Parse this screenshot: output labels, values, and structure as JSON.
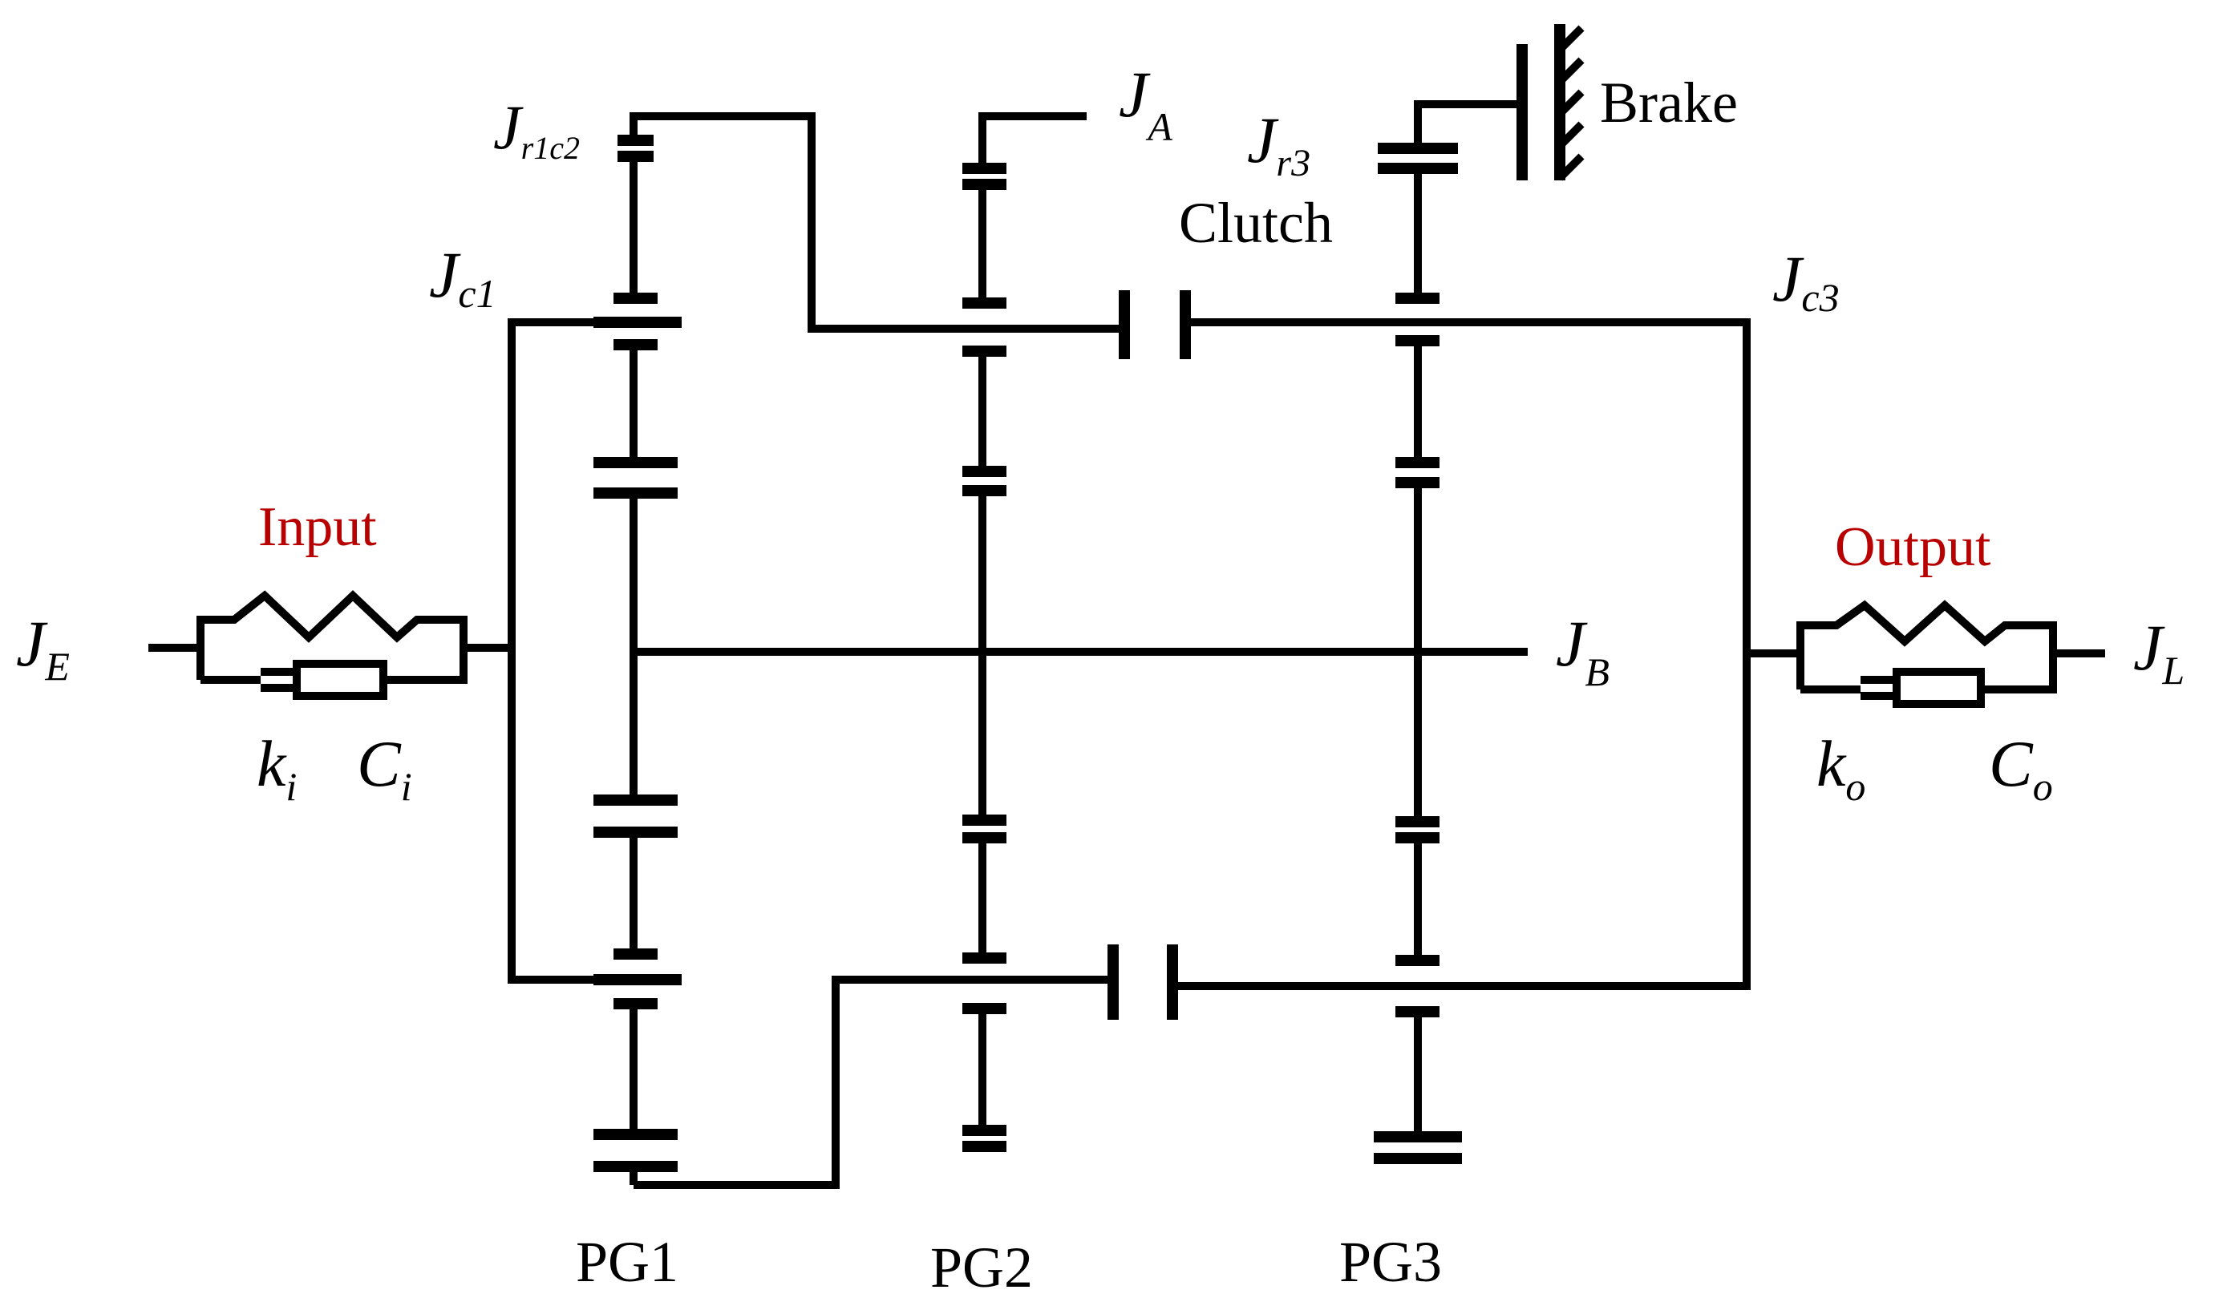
{
  "labels": {
    "j_e": {
      "base": "J",
      "sub": "E"
    },
    "j_l": {
      "base": "J",
      "sub": "L"
    },
    "j_b": {
      "base": "J",
      "sub": "B"
    },
    "j_a": {
      "base": "J",
      "sub": "A"
    },
    "j_c1": {
      "base": "J",
      "sub": "c1"
    },
    "j_c3": {
      "base": "J",
      "sub": "c3"
    },
    "j_r1c2": {
      "base": "J",
      "sub": "r1c2"
    },
    "j_r3": {
      "base": "J",
      "sub": "r3"
    },
    "k_i": {
      "base": "k",
      "sub": "i"
    },
    "c_i": {
      "base": "C",
      "sub": "i"
    },
    "k_o": {
      "base": "k",
      "sub": "o"
    },
    "c_o": {
      "base": "C",
      "sub": "o"
    },
    "input": "Input",
    "output": "Output",
    "brake": "Brake",
    "clutch": "Clutch",
    "pg1": "PG1",
    "pg2": "PG2",
    "pg3": "PG3"
  },
  "colors": {
    "line": "#000000",
    "highlight": "#b80000"
  }
}
